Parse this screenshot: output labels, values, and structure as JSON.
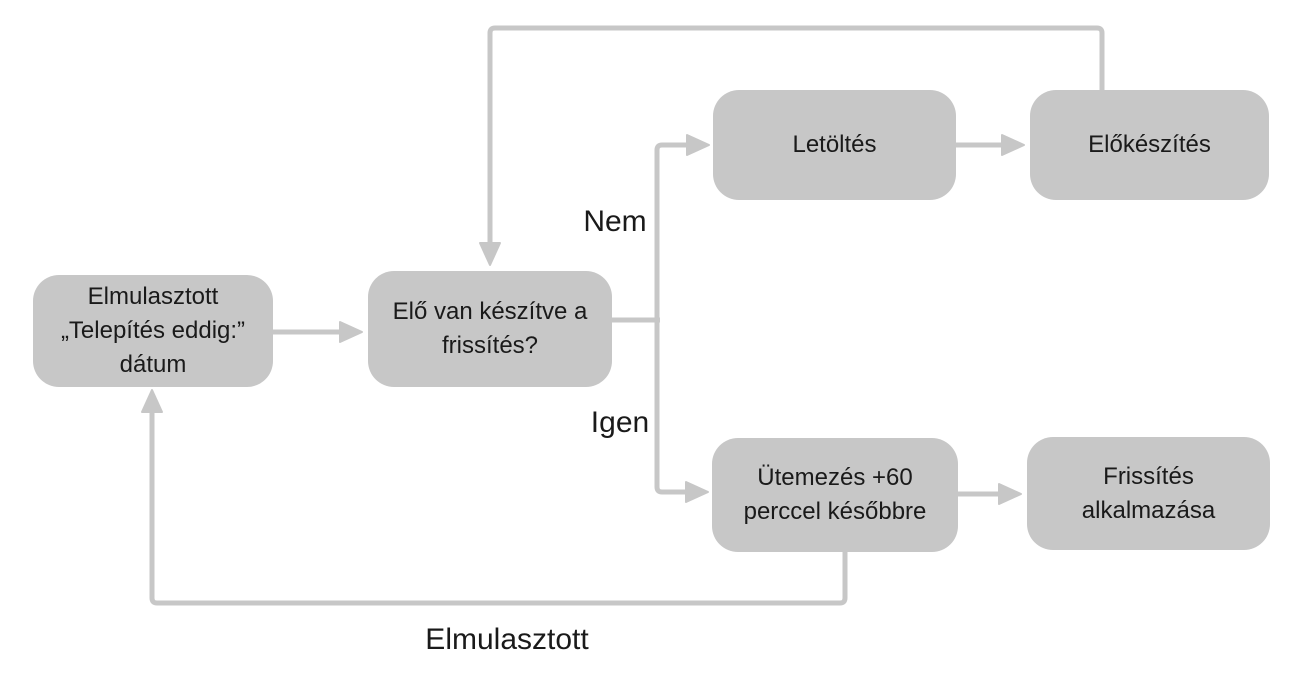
{
  "colors": {
    "node_fill": "#c7c7c7",
    "connector": "#c7c7c7",
    "text": "#1a1a1a",
    "background": "#ffffff"
  },
  "nodes": [
    {
      "id": "missed-install-by-date",
      "lines": [
        "Elmulasztott",
        "„Telepítés eddig:”",
        "dátum"
      ]
    },
    {
      "id": "update-prepared-question",
      "lines": [
        "Elő van készítve a",
        "frissítés?"
      ]
    },
    {
      "id": "download",
      "lines": [
        "Letöltés"
      ]
    },
    {
      "id": "prepare",
      "lines": [
        "Előkészítés"
      ]
    },
    {
      "id": "schedule-plus-60-minutes",
      "lines": [
        "Ütemezés +60",
        "perccel későbbre"
      ]
    },
    {
      "id": "apply-update",
      "lines": [
        "Frissítés",
        "alkalmazása"
      ]
    }
  ],
  "edge_labels": {
    "no": "Nem",
    "yes": "Igen",
    "missed": "Elmulasztott"
  }
}
